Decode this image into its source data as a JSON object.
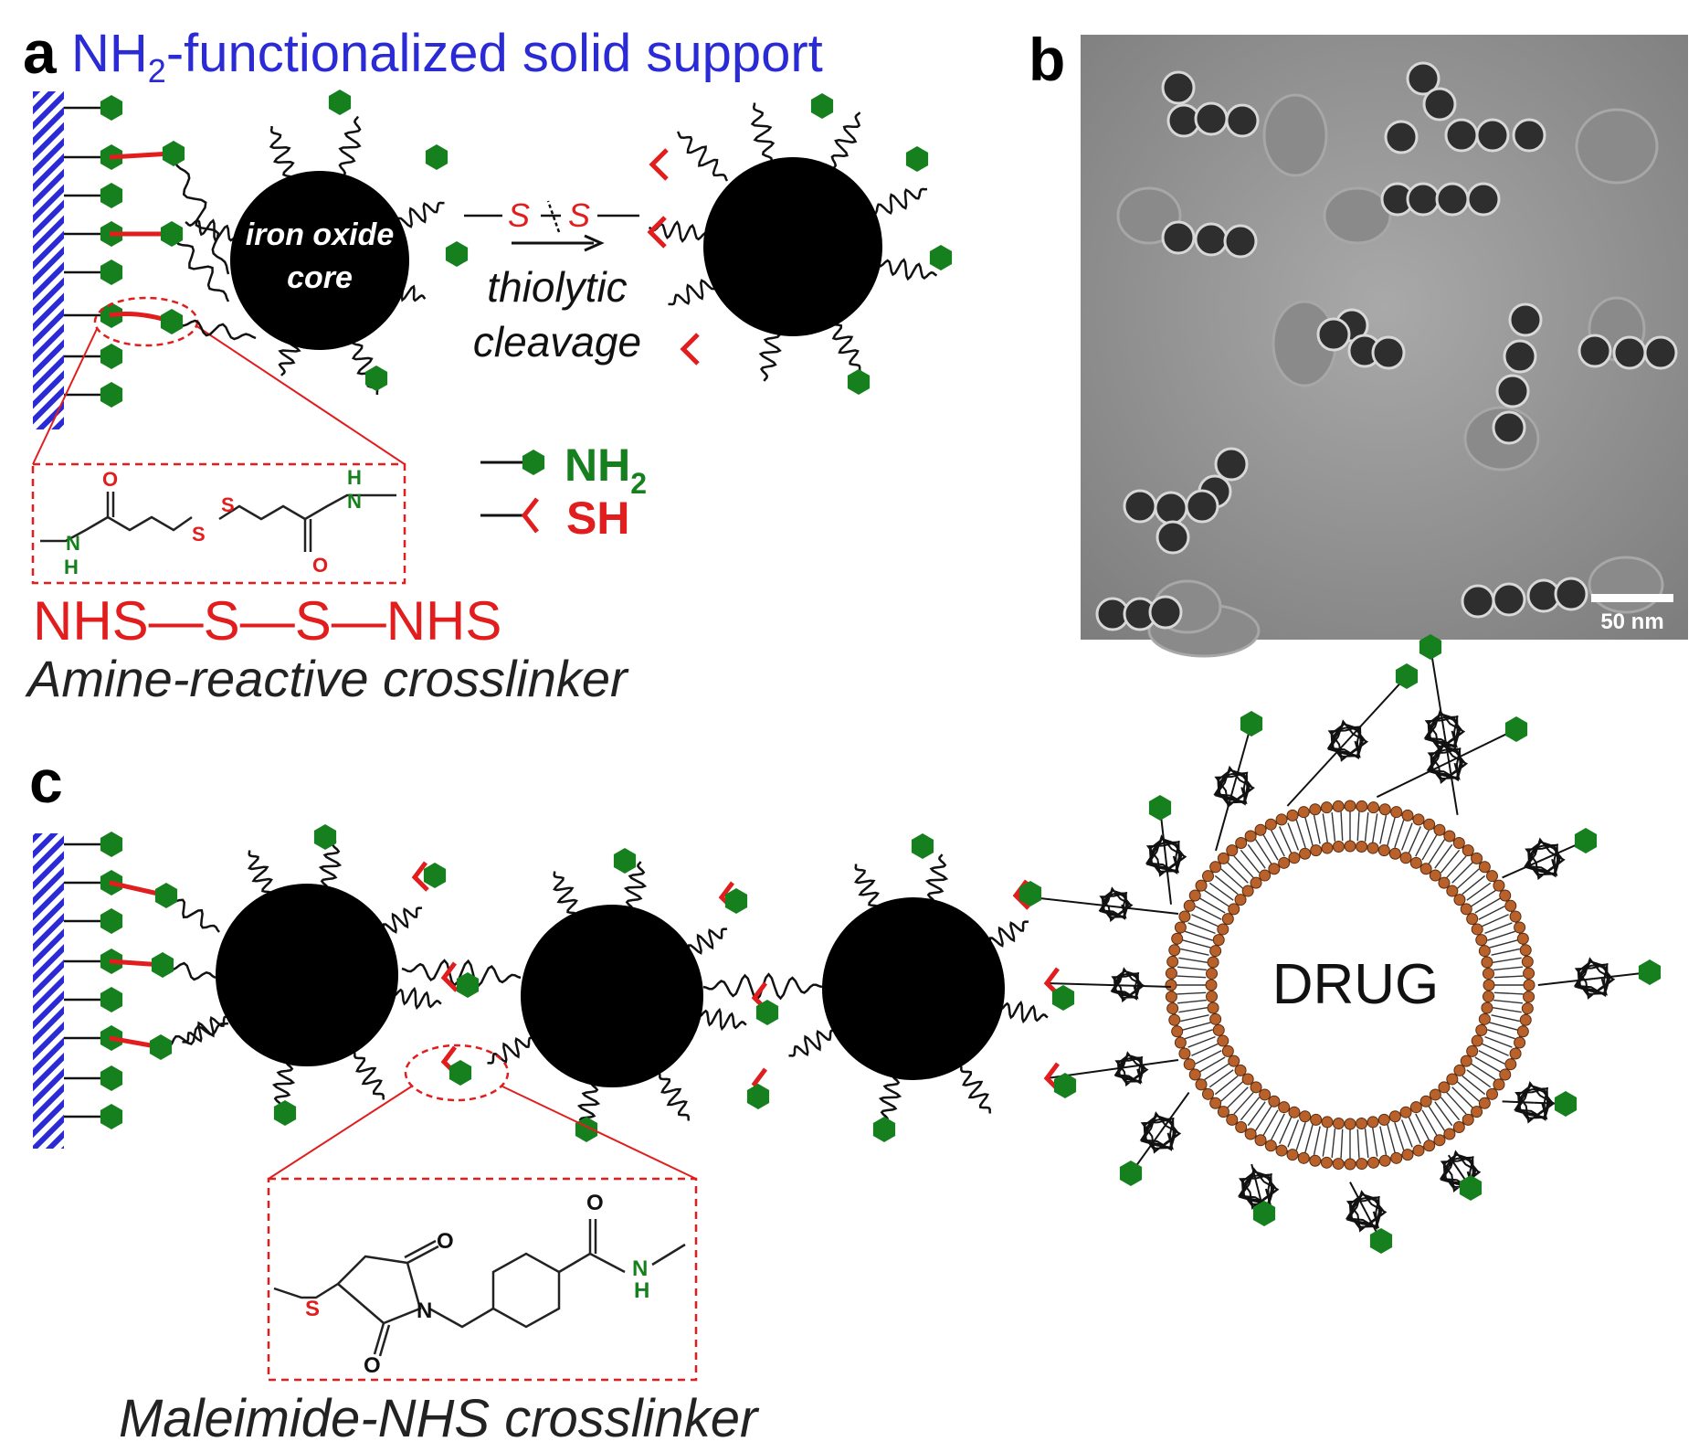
{
  "panel_a": {
    "letter": "a",
    "title_prefix": "NH",
    "title_sub": "2",
    "title_suffix": "-functionalized solid support",
    "core_label_1": "iron oxide",
    "core_label_2": "core",
    "cleave_s1": "S",
    "cleave_s2": "S",
    "arrow_label_1": "thiolytic",
    "arrow_label_2": "cleavage",
    "legend_nh": "NH",
    "legend_nh_sub": "2",
    "legend_sh": "SH",
    "chem_o1": "O",
    "chem_o2": "O",
    "chem_s1": "S",
    "chem_s2": "S",
    "chem_h1": "H",
    "chem_n1": "N",
    "chem_h2": "H",
    "chem_n2": "N",
    "crosslinker_formula": "NHS—S—S—NHS",
    "crosslinker_caption": "Amine-reactive crosslinker"
  },
  "panel_b": {
    "letter": "b",
    "scalebar_label": "50 nm"
  },
  "panel_c": {
    "letter": "c",
    "drug_label": "DRUG",
    "chem_o1": "O",
    "chem_o2": "O",
    "chem_o3": "O",
    "chem_s": "S",
    "chem_n": "N",
    "chem_nh_n": "N",
    "chem_nh_h": "H",
    "crosslinker_caption": "Maleimide-NHS crosslinker"
  },
  "colors": {
    "amine_green": "#17801e",
    "thiol_red": "#e11d1d",
    "support_blue": "#2b2bd6",
    "lipid_brown": "#b8612a"
  }
}
